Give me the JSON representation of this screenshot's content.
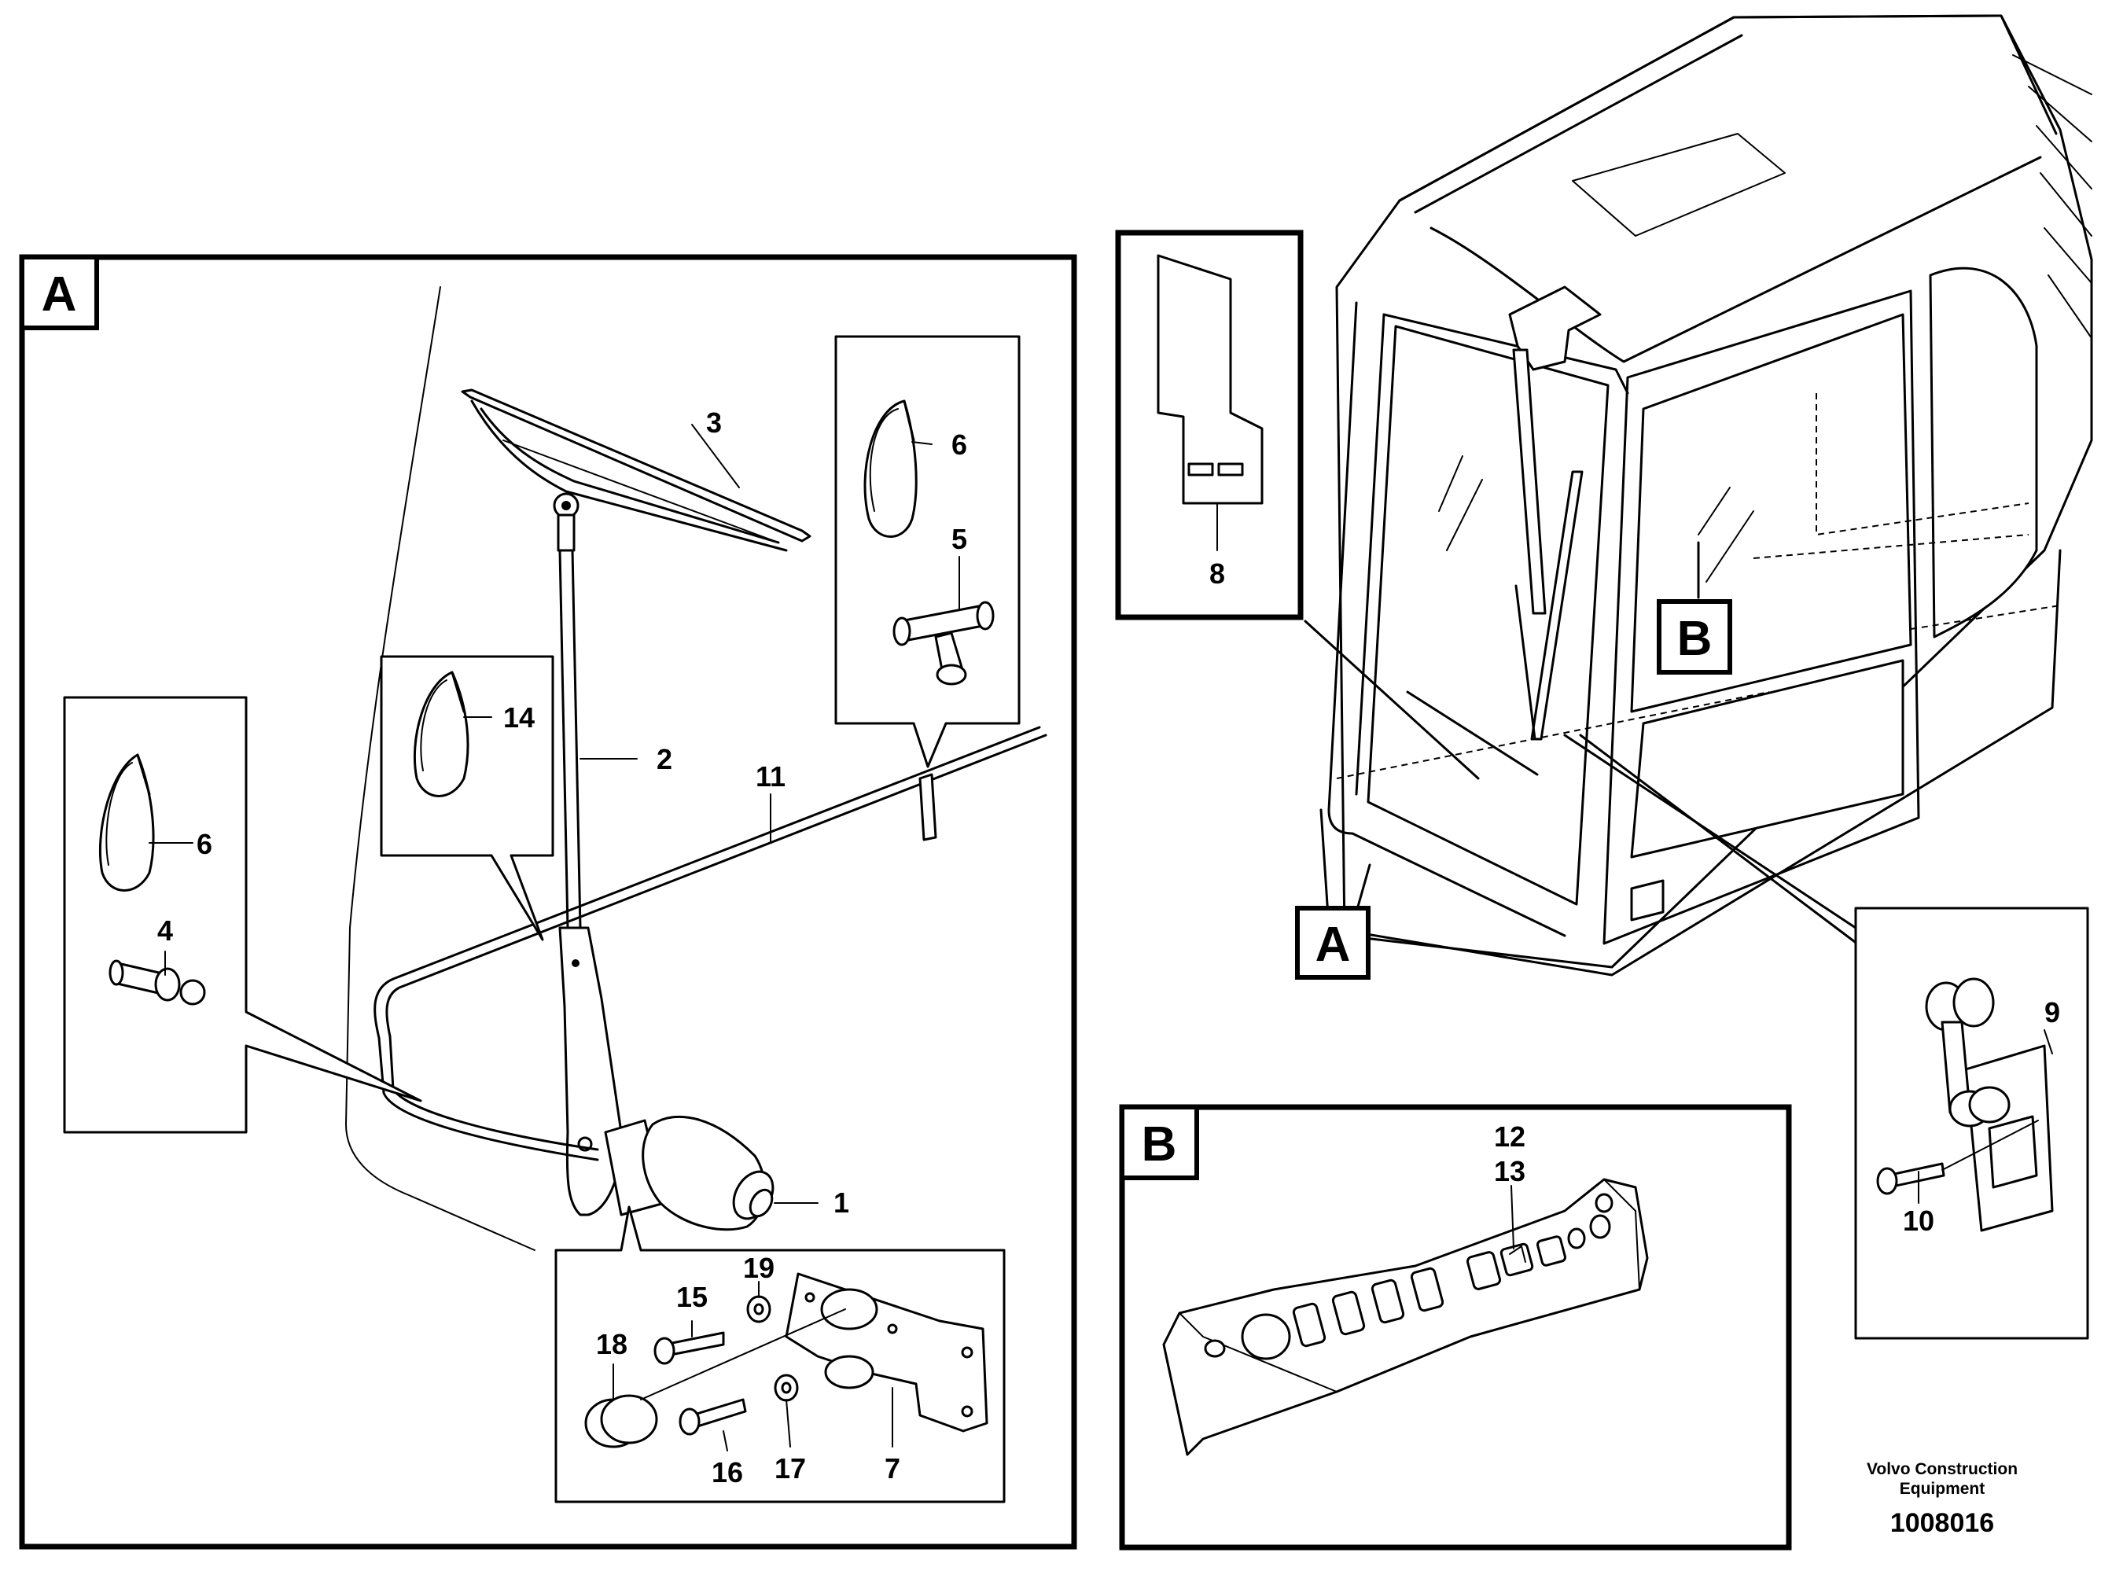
{
  "views": {
    "a": {
      "label": "A"
    },
    "b": {
      "label": "B"
    }
  },
  "callouts": {
    "c1": "1",
    "c2": "2",
    "c3": "3",
    "c4": "4",
    "c5": "5",
    "c6a": "6",
    "c6b": "6",
    "c7": "7",
    "c8": "8",
    "c9": "9",
    "c10": "10",
    "c11": "11",
    "c12": "12",
    "c13": "13",
    "c14": "14",
    "c15": "15",
    "c16": "16",
    "c17": "17",
    "c18": "18",
    "c19": "19"
  },
  "footer": {
    "brand_line1": "Volvo Construction",
    "brand_line2": "Equipment",
    "doc_number": "1008016"
  }
}
